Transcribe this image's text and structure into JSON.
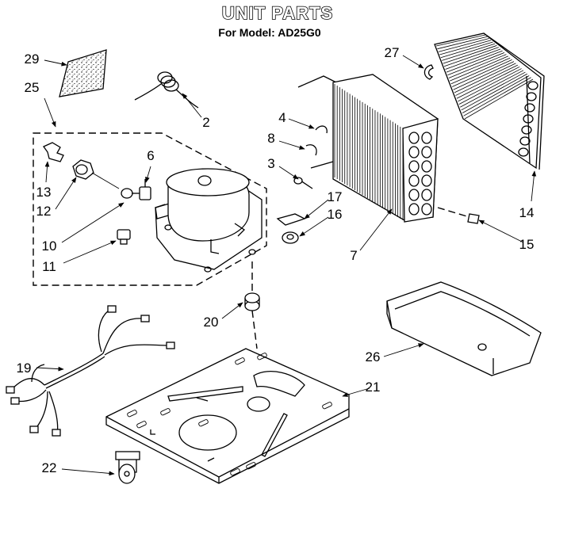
{
  "header": {
    "title": "UNIT PARTS",
    "subtitle": "For Model: AD25G0"
  },
  "callouts": [
    {
      "id": "29",
      "label": "29"
    },
    {
      "id": "25",
      "label": "25"
    },
    {
      "id": "2",
      "label": "2"
    },
    {
      "id": "27",
      "label": "27"
    },
    {
      "id": "4",
      "label": "4"
    },
    {
      "id": "8",
      "label": "8"
    },
    {
      "id": "3",
      "label": "3"
    },
    {
      "id": "6",
      "label": "6"
    },
    {
      "id": "13",
      "label": "13"
    },
    {
      "id": "12",
      "label": "12"
    },
    {
      "id": "10",
      "label": "10"
    },
    {
      "id": "11",
      "label": "11"
    },
    {
      "id": "17",
      "label": "17"
    },
    {
      "id": "16",
      "label": "16"
    },
    {
      "id": "7",
      "label": "7"
    },
    {
      "id": "14",
      "label": "14"
    },
    {
      "id": "15",
      "label": "15"
    },
    {
      "id": "20",
      "label": "20"
    },
    {
      "id": "26",
      "label": "26"
    },
    {
      "id": "19",
      "label": "19"
    },
    {
      "id": "21",
      "label": "21"
    },
    {
      "id": "22",
      "label": "22"
    }
  ]
}
